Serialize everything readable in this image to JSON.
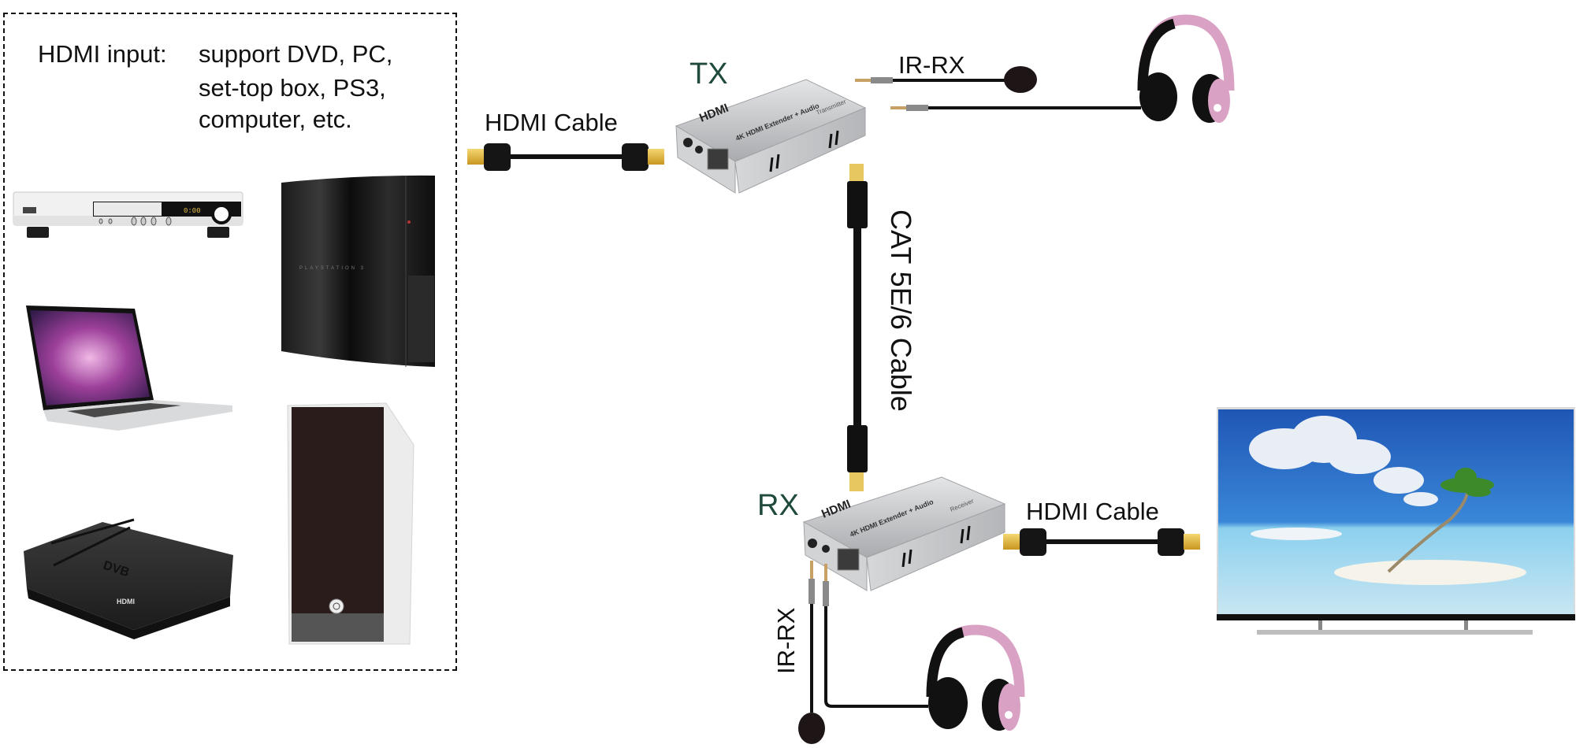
{
  "input_panel": {
    "heading_label": "HDMI input:",
    "heading_lines": [
      "support DVD, PC,",
      "set-top box, PS3,",
      "computer, etc."
    ],
    "devices": [
      {
        "name": "DVD player",
        "display": "0:00"
      },
      {
        "name": "PS3 console",
        "brand_text": "PLAYSTATION 3"
      },
      {
        "name": "Laptop"
      },
      {
        "name": "Desktop PC tower"
      },
      {
        "name": "Set-top box",
        "texts": [
          "DVB",
          "HDMI"
        ]
      }
    ]
  },
  "cables": {
    "hdmi_in_label": "HDMI Cable",
    "hdmi_out_label": "HDMI Cable",
    "cat_label": "CAT 5E/6 Cable",
    "ir_tx_label": "IR-RX",
    "ir_rx_label": "IR-RX"
  },
  "transmitter": {
    "tag": "TX",
    "logo": "HDMI",
    "model": "4K HDMI Extender + Audio",
    "role": "Transmitter"
  },
  "receiver": {
    "tag": "RX",
    "logo": "HDMI",
    "model": "4K HDMI Extender + Audio",
    "role": "Receiver"
  },
  "display": {
    "name": "TV"
  },
  "colors": {
    "label_green": "#1f4a3c",
    "headphone_pink": "#d9a2c4",
    "hdmi_gold": "#e0b43a",
    "device_silver": "#c9cacc"
  }
}
